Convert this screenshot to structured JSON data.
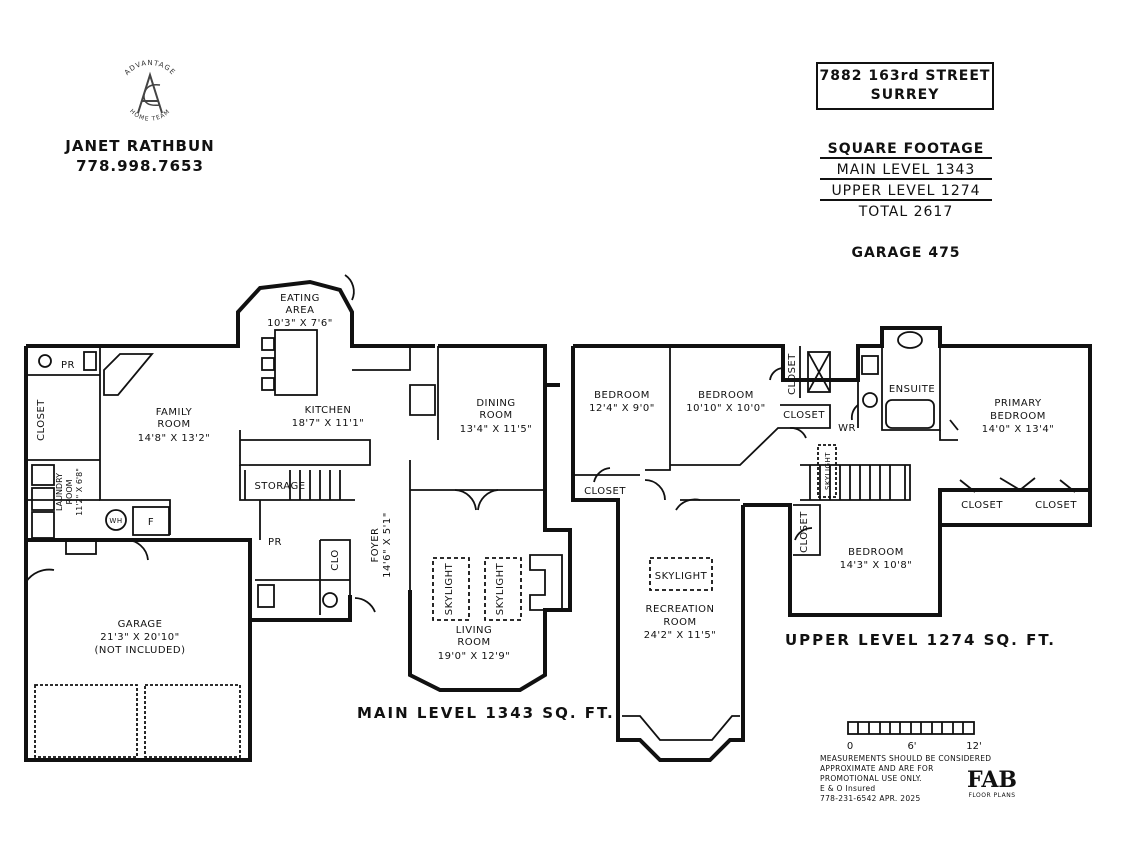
{
  "brand": {
    "arc_top": "ADVANTAGE",
    "arc_bottom": "HOME TEAM",
    "agent_name": "JANET RATHBUN",
    "agent_phone": "778.998.7653"
  },
  "address": {
    "line1": "7882 163rd STREET",
    "line2": "SURREY"
  },
  "square_footage": {
    "heading": "SQUARE FOOTAGE",
    "main": "MAIN LEVEL 1343",
    "upper": "UPPER LEVEL 1274",
    "total": "TOTAL 2617",
    "garage": "GARAGE 475"
  },
  "levels": {
    "main_label": "MAIN LEVEL 1343 SQ. FT.",
    "upper_label": "UPPER LEVEL 1274 SQ. FT."
  },
  "main_rooms": {
    "eating_area": {
      "name1": "EATING",
      "name2": "AREA",
      "dims": "10'3\" X 7'6\""
    },
    "family_room": {
      "name1": "FAMILY",
      "name2": "ROOM",
      "dims": "14'8\" X 13'2\""
    },
    "kitchen": {
      "name": "KITCHEN",
      "dims": "18'7\" X 11'1\""
    },
    "dining_room": {
      "name1": "DINING",
      "name2": "ROOM",
      "dims": "13'4\" X 11'5\""
    },
    "living_room": {
      "name1": "LIVING",
      "name2": "ROOM",
      "dims": "19'0\" X 12'9\""
    },
    "garage": {
      "name": "GARAGE",
      "dims": "21'3\" X 20'10\"",
      "note": "(NOT INCLUDED)"
    },
    "laundry": {
      "name1": "LAUNDRY",
      "name2": "ROOM",
      "dims": "11'2\" X 6'8\""
    },
    "foyer": {
      "name": "FOYER",
      "dims": "14'6\" X 5'1\""
    },
    "storage": "STORAGE",
    "closet": "CLOSET",
    "pr1": "PR",
    "pr2": "PR",
    "clo": "CLO",
    "wh": "WH",
    "furnace": "F",
    "skylight1": "SKYLIGHT",
    "skylight2": "SKYLIGHT"
  },
  "upper_rooms": {
    "bedroom1": {
      "name": "BEDROOM",
      "dims": "12'4\" X 9'0\""
    },
    "bedroom2": {
      "name": "BEDROOM",
      "dims": "10'10\" X 10'0\""
    },
    "ensuite": "ENSUITE",
    "primary": {
      "name1": "PRIMARY",
      "name2": "BEDROOM",
      "dims": "14'0\" X 13'4\""
    },
    "bedroom3": {
      "name": "BEDROOM",
      "dims": "14'3\" X 10'8\""
    },
    "recreation": {
      "name1": "RECREATION",
      "name2": "ROOM",
      "dims": "24'2\" X 11'5\""
    },
    "skylight_rec": "SKYLIGHT",
    "skylight_stair": "SKYLIGHT",
    "closet_a": "CLOSET",
    "closet_b": "CLOSET",
    "closet_c": "CLOSET",
    "closet_d": "CLOSET",
    "closet_e": "CLOSET",
    "closet_f": "CLOSET",
    "wir": "WR"
  },
  "scale": {
    "t0": "0",
    "t1": "6'",
    "t2": "12'"
  },
  "disclaimer": {
    "line1": "MEASUREMENTS SHOULD BE CONSIDERED",
    "line2": "APPROXIMATE AND ARE FOR",
    "line3": "PROMOTIONAL USE ONLY.",
    "line4": "E & O Insured",
    "line5": "778-231-6542  APR. 2025"
  },
  "company": {
    "mark": "FAB",
    "sub": "FLOOR PLANS"
  }
}
